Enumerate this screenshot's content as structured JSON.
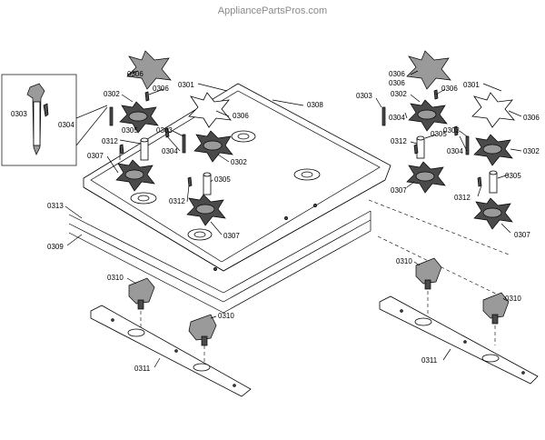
{
  "watermark": "AppliancePartsPros.com",
  "labels": {
    "l_0306_a": "0306",
    "l_0301_a": "0301",
    "l_0306_b": "0306",
    "l_0302_a": "0302",
    "l_0306_c": "0306",
    "l_0308": "0308",
    "l_0303_inset": "0303",
    "l_0304_inset": "0304",
    "l_0305_a": "0305",
    "l_0312_a": "0312",
    "l_0303_a": "0303",
    "l_0304_a": "0304",
    "l_0302_b": "0302",
    "l_0307_a": "0307",
    "l_0305_b": "0305",
    "l_0312_b": "0312",
    "l_0307_b": "0307",
    "l_0313": "0313",
    "l_0309": "0309",
    "l_0310_a": "0310",
    "l_0310_b": "0310",
    "l_0311_a": "0311",
    "r_0306_a": "0306",
    "r_0301": "0301",
    "r_0306_b": "0306",
    "r_0302_a": "0302",
    "r_0306_c": "0306",
    "r_0303": "0303",
    "r_0304": "0304",
    "r_0306_d": "0306",
    "r_0312_a": "0312",
    "r_0305_a": "0305",
    "r_0303_b": "0303",
    "r_0304_b": "0304",
    "r_0302_b": "0302",
    "r_0307_a": "0307",
    "r_0305_b": "0305",
    "r_0312_b": "0312",
    "r_0307_b": "0307",
    "r_0310_a": "0310",
    "r_0310_b": "0310",
    "r_0311": "0311"
  }
}
